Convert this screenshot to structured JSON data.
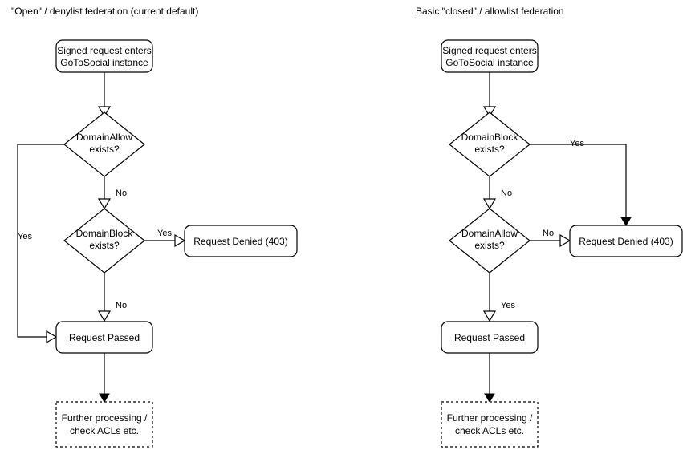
{
  "diagram": {
    "title_left": "\"Open\" / denylist federation (current default)",
    "title_right": "Basic \"closed\" / allowlist federation",
    "panels": [
      {
        "id": "open-denylist",
        "title": "\"Open\" / denylist federation (current default)",
        "nodes": {
          "start_line1": "Signed request enters",
          "start_line2": "GoToSocial instance",
          "decision1_line1": "DomainAllow",
          "decision1_line2": "exists?",
          "decision2_line1": "DomainBlock",
          "decision2_line2": "exists?",
          "denied": "Request Denied (403)",
          "passed": "Request Passed",
          "further_line1": "Further processing /",
          "further_line2": "check ACLs etc."
        },
        "edge_labels": {
          "decision1_yes": "Yes",
          "decision1_no": "No",
          "decision2_yes": "Yes",
          "decision2_no": "No"
        }
      },
      {
        "id": "closed-allowlist",
        "title": "Basic \"closed\" / allowlist federation",
        "nodes": {
          "start_line1": "Signed request enters",
          "start_line2": "GoToSocial instance",
          "decision1_line1": "DomainBlock",
          "decision1_line2": "exists?",
          "decision2_line1": "DomainAllow",
          "decision2_line2": "exists?",
          "denied": "Request Denied (403)",
          "passed": "Request Passed",
          "further_line1": "Further processing /",
          "further_line2": "check ACLs etc."
        },
        "edge_labels": {
          "decision1_yes": "Yes",
          "decision1_no": "No",
          "decision2_no": "No",
          "decision2_yes": "Yes"
        }
      }
    ],
    "colors": {
      "stroke": "#000000",
      "fill": "#ffffff",
      "text": "#000000",
      "background": "#ffffff"
    }
  }
}
